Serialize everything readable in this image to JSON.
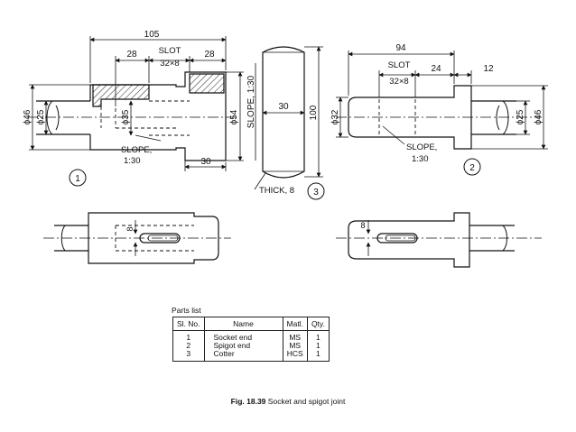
{
  "dimensions": {
    "socket_length": "105",
    "socket_left": "28",
    "socket_slot": "SLOT",
    "socket_slot_size": "32×8",
    "socket_right": "28",
    "socket_dia_outer": "ϕ46",
    "socket_dia_inner": "ϕ25",
    "socket_dia_35": "ϕ35",
    "socket_dia_54": "ϕ54",
    "socket_collar": "30",
    "socket_slope": "SLOPE,",
    "socket_slope_ratio": "1:30",
    "cotter_slope": "SLOPE, 1:30",
    "cotter_width": "30",
    "cotter_length": "100",
    "cotter_thick": "THICK, 8",
    "spigot_length": "94",
    "spigot_slot": "SLOT",
    "spigot_slot_size": "32×8",
    "spigot_24": "24",
    "spigot_12": "12",
    "spigot_dia_32": "ϕ32",
    "spigot_dia_25": "ϕ25",
    "spigot_dia_46": "ϕ46",
    "spigot_slope": "SLOPE,",
    "spigot_slope_ratio": "1:30",
    "socket_plan_8": "8",
    "spigot_plan_8": "8"
  },
  "part_callouts": [
    "1",
    "2",
    "3"
  ],
  "parts_list": {
    "caption": "Parts list",
    "headers": [
      "Sl. No.",
      "Name",
      "Matl.",
      "Qty."
    ],
    "rows": [
      {
        "no": "1",
        "name": "Socket end",
        "matl": "MS",
        "qty": "1"
      },
      {
        "no": "2",
        "name": "Spigot end",
        "matl": "MS",
        "qty": "1"
      },
      {
        "no": "3",
        "name": "Cotter",
        "matl": "HCS",
        "qty": "1"
      }
    ]
  },
  "figure": {
    "number": "Fig. 18.39",
    "title": "Socket and spigot joint"
  }
}
